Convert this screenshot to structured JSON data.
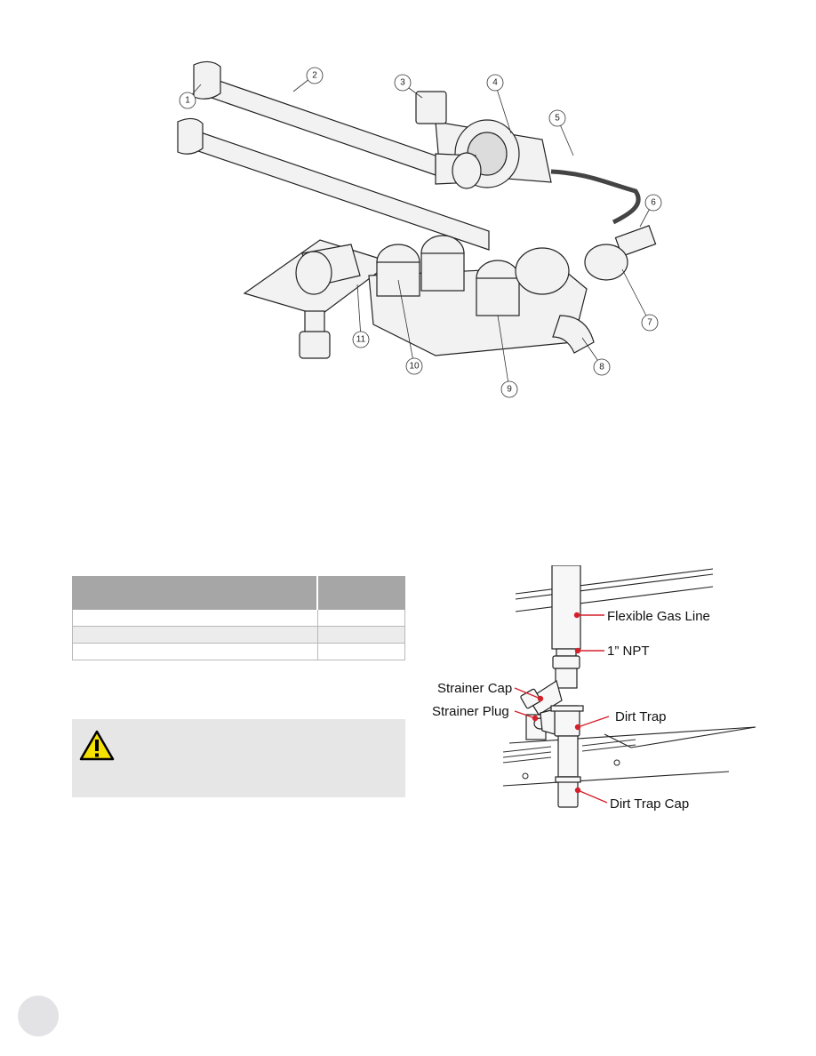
{
  "top_diagram": {
    "callouts": [
      "1",
      "2",
      "3",
      "4",
      "5",
      "6",
      "7",
      "8",
      "9",
      "10",
      "11"
    ]
  },
  "strainer_diagram": {
    "labels": {
      "flexible_gas_line": "Flexible Gas Line",
      "npt": "1” NPT",
      "strainer_cap": "Strainer Cap",
      "strainer_plug": "Strainer Plug",
      "dirt_trap": "Dirt Trap",
      "dirt_trap_cap": "Dirt Trap Cap"
    }
  },
  "table": {
    "rows": 3
  },
  "warning": {
    "icon": "warning-triangle-icon"
  },
  "colors": {
    "header_gray": "#a6a6a6",
    "panel_gray": "#e6e6e7",
    "leader_red": "#d4202a",
    "warning_yellow": "#f5e100"
  }
}
